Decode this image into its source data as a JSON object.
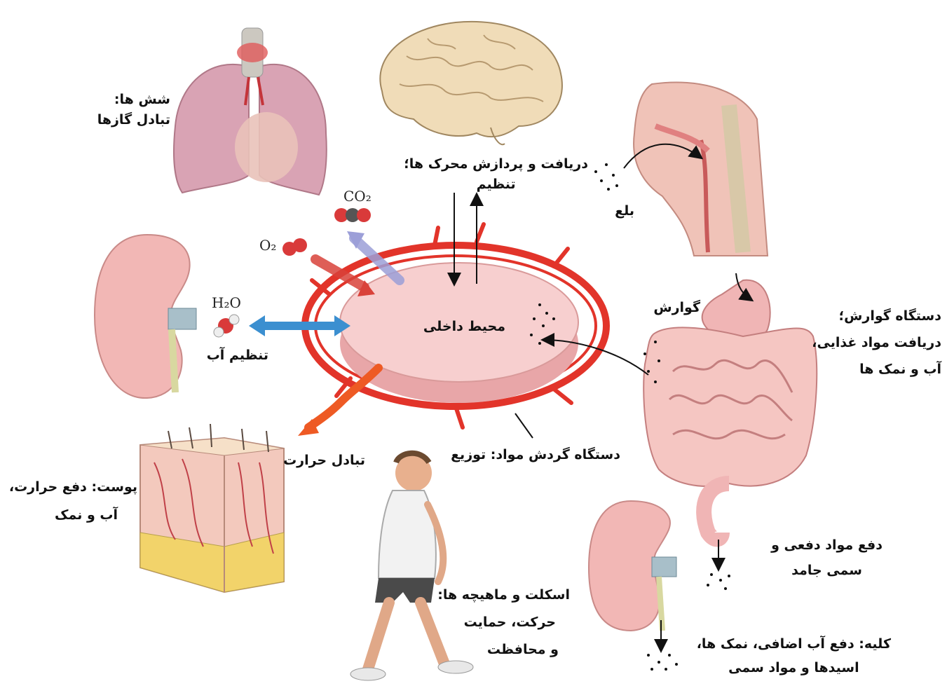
{
  "labels": {
    "lungs": {
      "line1": "شش ها:",
      "line2": "تبادل گازها"
    },
    "brain": {
      "line1": "دریافت و پردازش محرک ها؛",
      "line2": "تنظیم"
    },
    "swallow": "بلع",
    "digestion": "گوارش",
    "digestive_system": {
      "line1": "دستگاه گوارش؛",
      "line2": "دریافت مواد غذایی،",
      "line3": "آب و نمک ها"
    },
    "internal_environment": "محیط داخلی",
    "water_regulation": "تنظیم آب",
    "heat_exchange": "تبادل حرارت",
    "circulatory_system": "دستگاه گردش مواد: توزیع",
    "skin": {
      "line1": "پوست: دفع حرارت،",
      "line2": "آب و نمک"
    },
    "feces": {
      "line1": "دفع مواد دفعی و",
      "line2": "سمی جامد"
    },
    "musculoskeletal": {
      "line1": "اسکلت و ماهیچه ها:",
      "line2": "حرکت، حمایت",
      "line3": "و محافظت"
    },
    "kidney": {
      "line1": "کلیه: دفع آب اضافی، نمک ها،",
      "line2": "اسیدها و مواد سمی"
    }
  },
  "chemicals": {
    "co2": "CO₂",
    "o2": "O₂",
    "h2o": "H₂O"
  },
  "colors": {
    "vessel": "#e2342a",
    "organ_pink": "#f2b7b5",
    "brain": "#f0dcb8",
    "arrow_blue": "#3b8fd0",
    "arrow_red": "#d9423a",
    "arrow_orange": "#ee5a24",
    "arrow_lilac": "#9c9fd8"
  }
}
